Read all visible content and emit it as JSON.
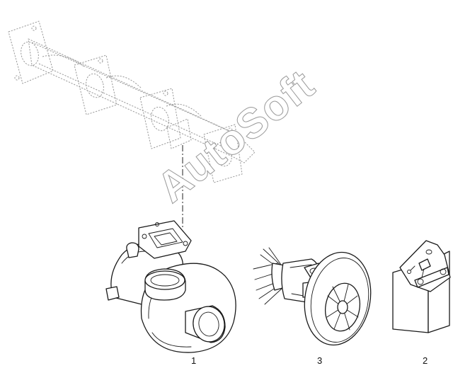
{
  "watermark": "AutoSoft",
  "parts": [
    {
      "label": "1"
    },
    {
      "label": "3"
    },
    {
      "label": "2"
    }
  ]
}
